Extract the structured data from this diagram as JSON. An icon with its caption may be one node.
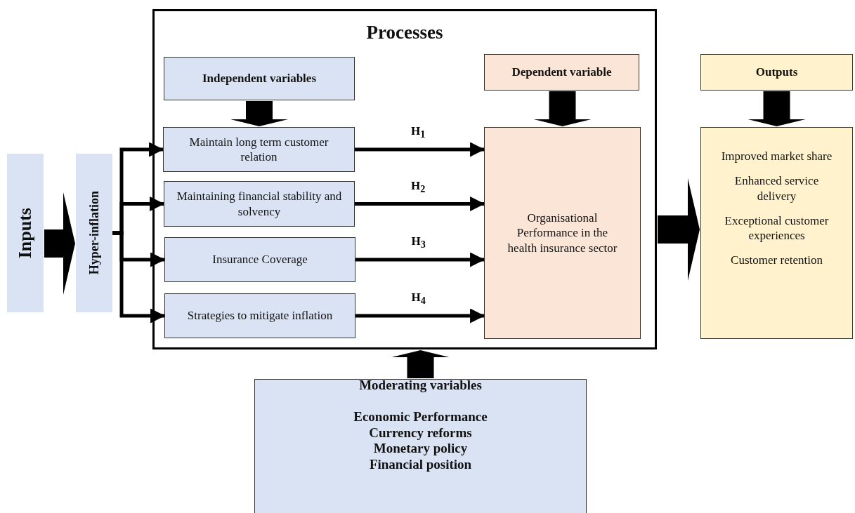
{
  "diagram": {
    "nodes": [
      {
        "text": [
          "Inputs"
        ]
      },
      {
        "text": [
          "Hyper-inflation"
        ]
      },
      {
        "text": [
          "Processes"
        ]
      },
      {
        "text": [
          "Independent variables"
        ],
        "in": 2
      },
      {
        "text": [
          "Maintain long term customer relation"
        ],
        "in": 2
      },
      {
        "text": [
          "Maintaining financial stability and solvency"
        ],
        "in": 2
      },
      {
        "text": [
          "Insurance Coverage"
        ],
        "in": 2
      },
      {
        "text": [
          "Strategies to mitigate inflation"
        ],
        "in": 2
      },
      {
        "text": [
          "Dependent variable"
        ],
        "in": 2
      },
      {
        "text": [
          "Organisational Performance in the health insurance sector"
        ],
        "in": 2
      },
      {
        "text": [
          "Outputs"
        ]
      },
      {
        "text": [
          "Improved market share",
          "Enhanced service delivery",
          "Exceptional customer experiences",
          "Customer retention"
        ]
      },
      {
        "text": [
          "Moderating variables",
          "Economic Performance",
          "Currency reforms",
          "Monetary policy",
          "Financial position"
        ]
      }
    ],
    "edges": [
      {
        "from": 0,
        "to": 1,
        "arrow": "to",
        "style": "thick"
      },
      {
        "from": 1,
        "to": 4,
        "arrow": "to"
      },
      {
        "from": 1,
        "to": 5,
        "arrow": "to"
      },
      {
        "from": 1,
        "to": 6,
        "arrow": "to"
      },
      {
        "from": 1,
        "to": 7,
        "arrow": "to"
      },
      {
        "from": 3,
        "to": 4,
        "arrow": "to",
        "style": "thick"
      },
      {
        "from": 4,
        "to": 9,
        "arrow": "to",
        "label": "H$_{1}$"
      },
      {
        "from": 5,
        "to": 9,
        "arrow": "to",
        "label": "H$_{2}$"
      },
      {
        "from": 6,
        "to": 9,
        "arrow": "to",
        "label": "H$_{3}$"
      },
      {
        "from": 7,
        "to": 9,
        "arrow": "to",
        "label": "H$_{4}$"
      },
      {
        "from": 8,
        "to": 9,
        "arrow": "to",
        "style": "thick"
      },
      {
        "from": 2,
        "to": 11,
        "arrow": "to",
        "style": "thick"
      },
      {
        "from": 10,
        "to": 11,
        "arrow": "to",
        "style": "thick"
      },
      {
        "from": 12,
        "to": 2,
        "arrow": "to",
        "style": "thick"
      }
    ]
  }
}
